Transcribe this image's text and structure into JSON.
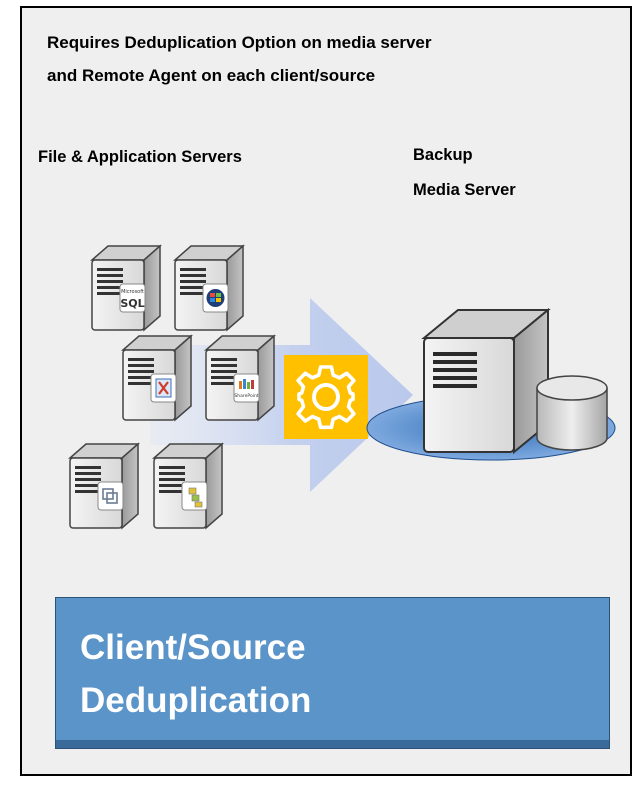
{
  "requirement": {
    "line1": "Requires Deduplication Option on media server",
    "line2": "and Remote Agent on each client/source"
  },
  "clients_label": "File & Application Servers",
  "server_label": {
    "line1": "Backup",
    "line2": "Media Server"
  },
  "client_servers": [
    {
      "icon": "sql-icon",
      "icon_text": "SQL"
    },
    {
      "icon": "windows-icon"
    },
    {
      "icon": "exchange-icon"
    },
    {
      "icon": "sharepoint-icon",
      "icon_text": "SharePoint"
    },
    {
      "icon": "vmware-icon"
    },
    {
      "icon": "file-server-icon"
    }
  ],
  "callout": {
    "line1": "Client/Source",
    "line2": "Deduplication"
  },
  "colors": {
    "background": "#efefef",
    "callout_fill": "#5b94c8",
    "gear_tile": "#ffc000",
    "arrow": "#c9d4ee"
  }
}
